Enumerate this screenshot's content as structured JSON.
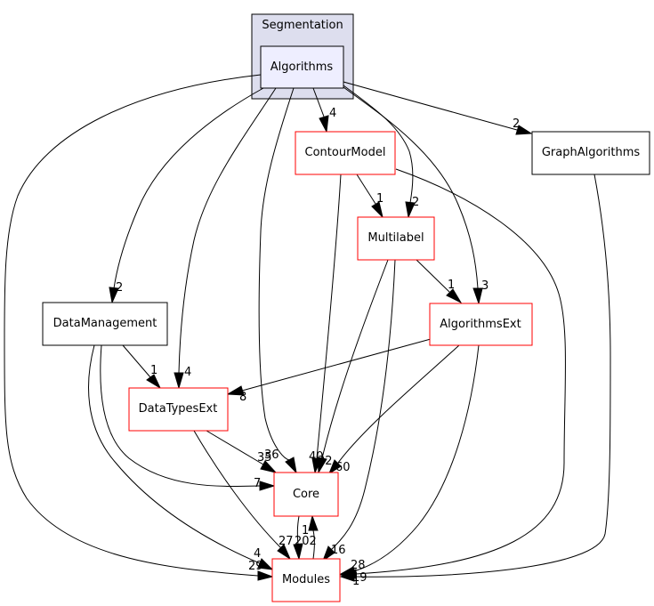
{
  "cluster": {
    "label": "Segmentation"
  },
  "nodes": {
    "algorithms": {
      "label": "Algorithms"
    },
    "contour_model": {
      "label": "ContourModel"
    },
    "graph_algorithms": {
      "label": "GraphAlgorithms"
    },
    "multilabel": {
      "label": "Multilabel"
    },
    "data_management": {
      "label": "DataManagement"
    },
    "algorithms_ext": {
      "label": "AlgorithmsExt"
    },
    "data_types_ext": {
      "label": "DataTypesExt"
    },
    "core": {
      "label": "Core"
    },
    "modules": {
      "label": "Modules"
    }
  },
  "edges": {
    "algorithms_contourmodel": "4",
    "algorithms_graphalgorithms": "2",
    "algorithms_multilabel": "2",
    "algorithms_algorithmsext": "3",
    "algorithms_datamanagement": "2",
    "algorithms_datatypesext": "4",
    "algorithms_core": "36",
    "algorithms_modules": "29",
    "contourmodel_multilabel": "1",
    "contourmodel_core": "40",
    "contourmodel_modules": "19",
    "multilabel_algorithmsext": "1",
    "multilabel_core": "32",
    "multilabel_modules": "16",
    "datamanagement_datatypesext": "1",
    "datamanagement_core": "7",
    "datamanagement_modules": "4",
    "algorithmsext_datatypesext": "8",
    "algorithmsext_core": "60",
    "algorithmsext_modules": "28",
    "datatypesext_core": "35",
    "datatypesext_modules": "27",
    "core_modules": "202",
    "modules_core": "1",
    "graphalgorithms_modules": "1"
  },
  "colors": {
    "cluster_fill": "#dddeee",
    "cluster_stroke": "#000000",
    "algorithms_fill": "#eeeeff",
    "red_border": "#ff0000",
    "black_border": "#000000",
    "edge": "#000000"
  }
}
